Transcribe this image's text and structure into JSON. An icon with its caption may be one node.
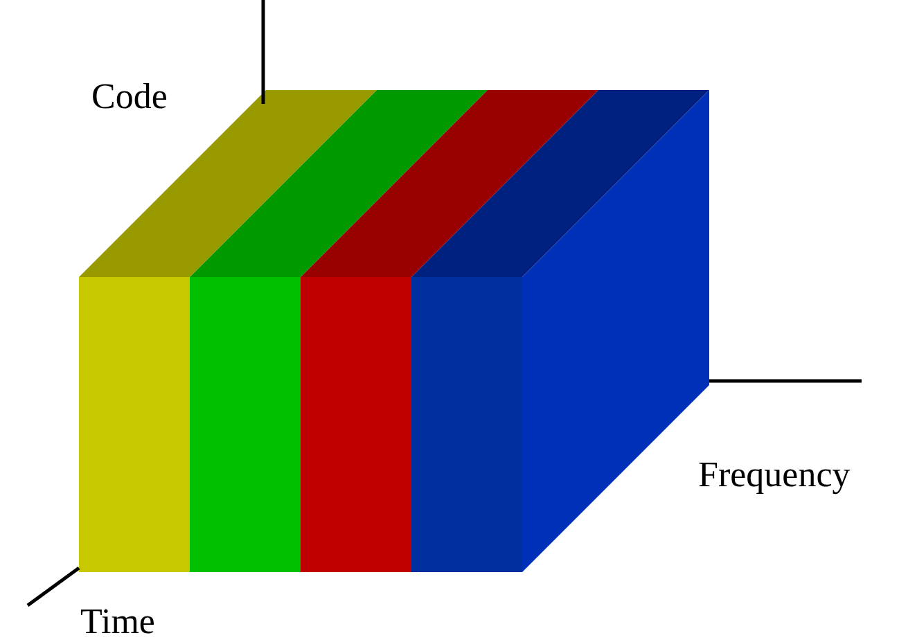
{
  "diagram": {
    "labels": [
      "Code",
      "Frequency",
      "Time"
    ]
  }
}
